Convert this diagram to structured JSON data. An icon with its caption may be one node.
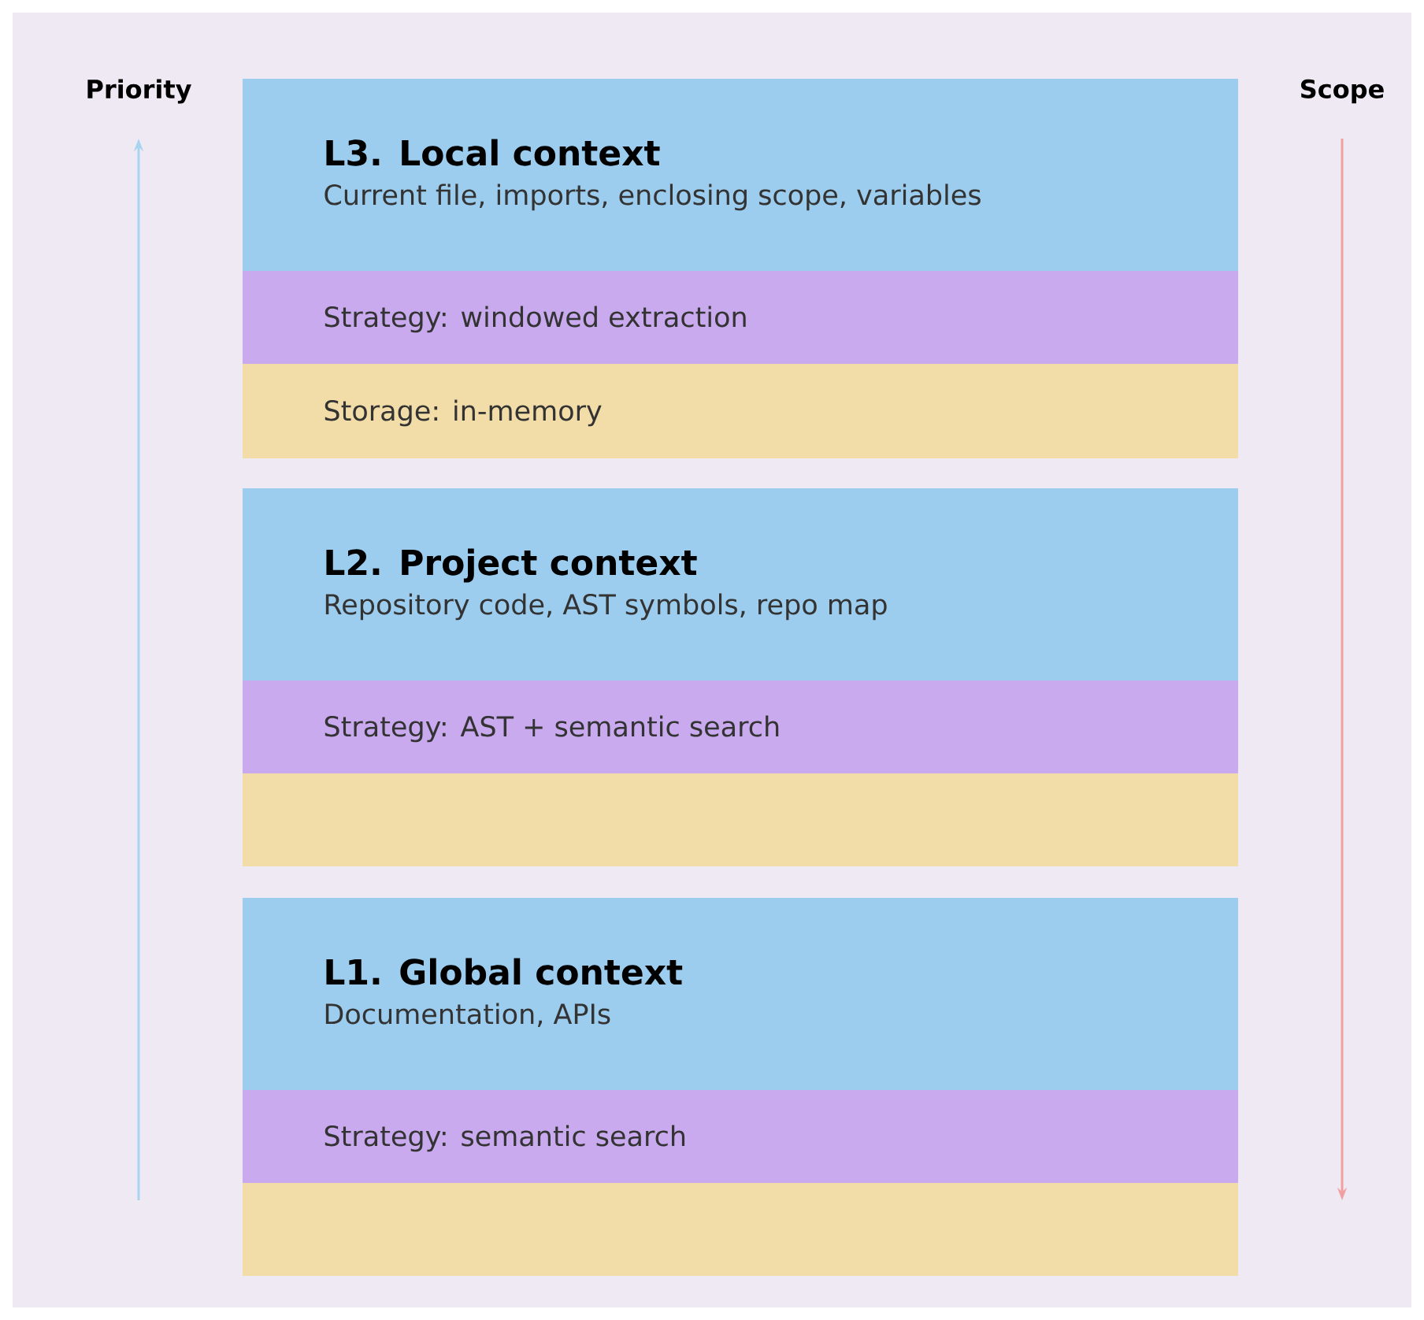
{
  "diagram": {
    "nodes": [
      {
        "text": [
          "L3. Local context",
          "Current file, imports, enclosing scope, variables"
        ]
      },
      {
        "text": [
          "Strategy: windowed extraction"
        ]
      },
      {
        "text": [
          "Storage: in-memory"
        ]
      },
      {
        "text": [
          "L2. Project context",
          "Repository code, AST symbols, repo map"
        ]
      },
      {
        "text": [
          "Strategy: AST + semantic search"
        ]
      },
      {
        "text": [],
        "shape": "bar"
      },
      {
        "text": [
          "L1. Global context",
          "Documentation, APIs"
        ]
      },
      {
        "text": [
          "Strategy: semantic search"
        ]
      },
      {
        "text": [],
        "shape": "bar"
      }
    ],
    "edges": [],
    "labels": [
      "Priority",
      "Scope"
    ]
  }
}
